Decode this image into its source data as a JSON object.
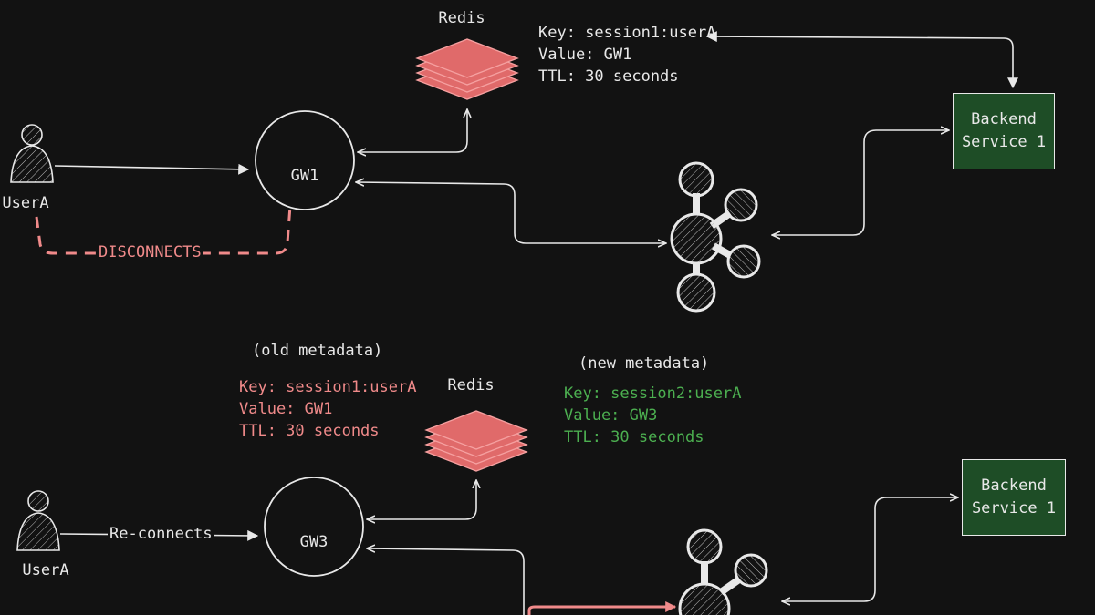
{
  "colors": {
    "background": "#121212",
    "stroke": "#e8e8e8",
    "redis": "#e06a6a",
    "disconnect": "#f08a8a",
    "new_meta": "#4caf50",
    "backend": "#1e4d26"
  },
  "top": {
    "user_label": "UserA",
    "gateway_label": "GW1",
    "redis_label": "Redis",
    "metadata": [
      "Key: session1:userA",
      "Value: GW1",
      "TTL: 30 seconds"
    ],
    "backend_label": "Backend\nService 1",
    "disconnect_label": "DISCONNECTS"
  },
  "bottom": {
    "user_label": "UserA",
    "gateway_label": "GW3",
    "reconnect_label": "Re-connects",
    "redis_label": "Redis",
    "old_title": "(old metadata)",
    "old_metadata": [
      "Key: session1:userA",
      "Value: GW1",
      "TTL: 30 seconds"
    ],
    "new_title": "(new metadata)",
    "new_metadata": [
      "Key: session2:userA",
      "Value: GW3",
      "TTL: 30 seconds"
    ],
    "backend_label": "Backend\nService 1"
  }
}
